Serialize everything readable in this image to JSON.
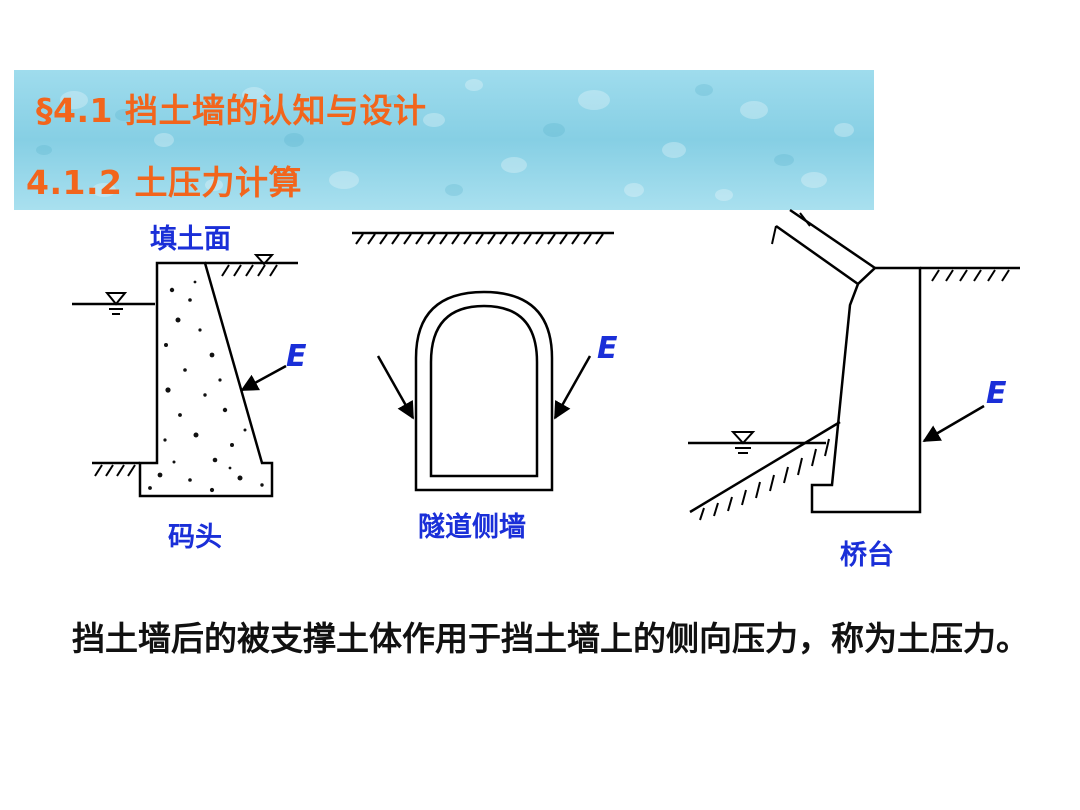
{
  "header": {
    "title": "§4.1 挡土墙的认知与设计",
    "subtitle": "4.1.2 土压力计算"
  },
  "diagrams": {
    "quay_wall": {
      "top_label": "填土面",
      "force_label": "E",
      "name": "码头"
    },
    "tunnel_wall": {
      "force_label": "E",
      "name": "隧道侧墙"
    },
    "bridge_abutment": {
      "force_label": "E",
      "name": "桥台"
    }
  },
  "caption": "挡土墙后的被支撑土体作用于挡土墙上的侧向压力，称为土压力。",
  "colors": {
    "title": "#f2651c",
    "labels": "#1a2fd8",
    "banner": "#8fd3e8",
    "lines": "#000000"
  }
}
